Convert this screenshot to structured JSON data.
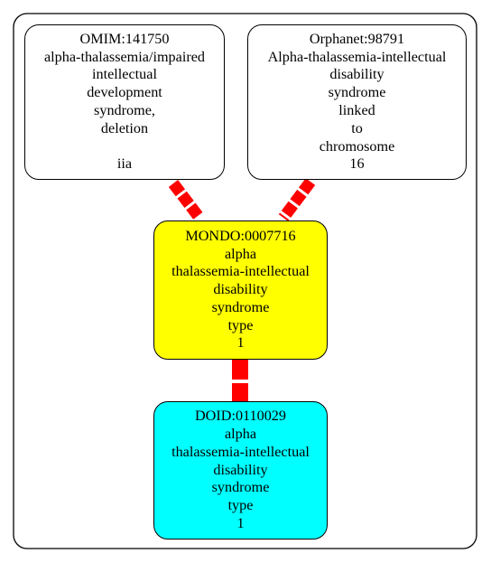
{
  "colors": {
    "edge": "#ff0000",
    "border": "#000000",
    "background": "#ffffff",
    "omim_fill": "#ffffff",
    "orphanet_fill": "#ffffff",
    "mondo_fill": "#ffff00",
    "doid_fill": "#00ffff"
  },
  "nodes": {
    "omim": {
      "lines": [
        "OMIM:141750",
        "alpha-thalassemia/impaired",
        "intellectual",
        "development",
        "syndrome,",
        "deletion",
        "",
        "iia"
      ]
    },
    "orphanet": {
      "lines": [
        "Orphanet:98791",
        "Alpha-thalassemia-intellectual",
        "disability",
        "syndrome",
        "linked",
        "to",
        "chromosome",
        "16"
      ]
    },
    "mondo": {
      "lines": [
        "MONDO:0007716",
        "alpha",
        "thalassemia-intellectual",
        "disability",
        "syndrome",
        "type",
        "1"
      ]
    },
    "doid": {
      "lines": [
        "DOID:0110029",
        "alpha",
        "thalassemia-intellectual",
        "disability",
        "syndrome",
        "type",
        "1"
      ]
    }
  },
  "edges": [
    {
      "from": "omim",
      "to": "mondo"
    },
    {
      "from": "orphanet",
      "to": "mondo"
    },
    {
      "from": "mondo",
      "to": "doid"
    }
  ]
}
